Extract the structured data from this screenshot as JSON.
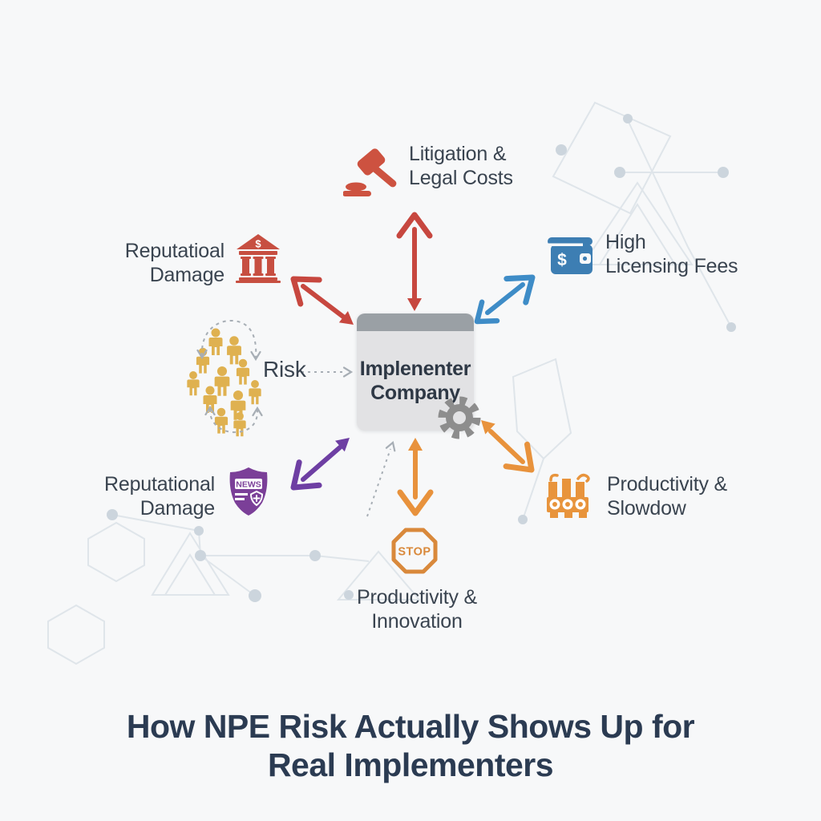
{
  "title": "How NPE Risk Actually Shows Up for\nReal Implementers",
  "center_box": {
    "label": "Implenenter\nCompany"
  },
  "labels": {
    "litigation": "Litigation &\nLegal Costs",
    "licensing": "High\nLicensing Fees",
    "reputational_top": "Reputatioal\nDamage",
    "risk": "Risk",
    "reputational_bottom": "Reputational\nDamage",
    "productivity_right": "Productivity &\nSlowdow",
    "productivity_bottom": "Productivity &\nInnovation"
  },
  "badges": {
    "news": "NEWS",
    "stop": "STOP",
    "bank_dollar": "$",
    "wallet_dollar": "$"
  },
  "icon_names": [
    "gavel-icon",
    "wallet-icon",
    "bank-icon",
    "people-cluster-icon",
    "news-shield-icon",
    "factory-icon",
    "stop-sign-icon",
    "gear-icon"
  ],
  "colors": {
    "bg": "#f7f8f9",
    "red": "#c7473f",
    "blue": "#3e8cc7",
    "orange": "#e8923c",
    "purple": "#6e3fa3",
    "gold": "#dfb150",
    "box_body": "#e2e2e4",
    "box_header": "#9aa0a5",
    "gear": "#8d8d8d",
    "text": "#3a4450",
    "title": "#2b3b52",
    "decor": "#dfe5ea",
    "decor_node": "#ccd5dd",
    "dashed": "#a7aeb5",
    "stop_orange": "#d9893b",
    "shield_purple": "#7b3f98",
    "bank_red": "#c74f41",
    "wallet_blue": "#3d7eb3",
    "gavel_red": "#cd5240",
    "factory_orange": "#e8943c"
  }
}
